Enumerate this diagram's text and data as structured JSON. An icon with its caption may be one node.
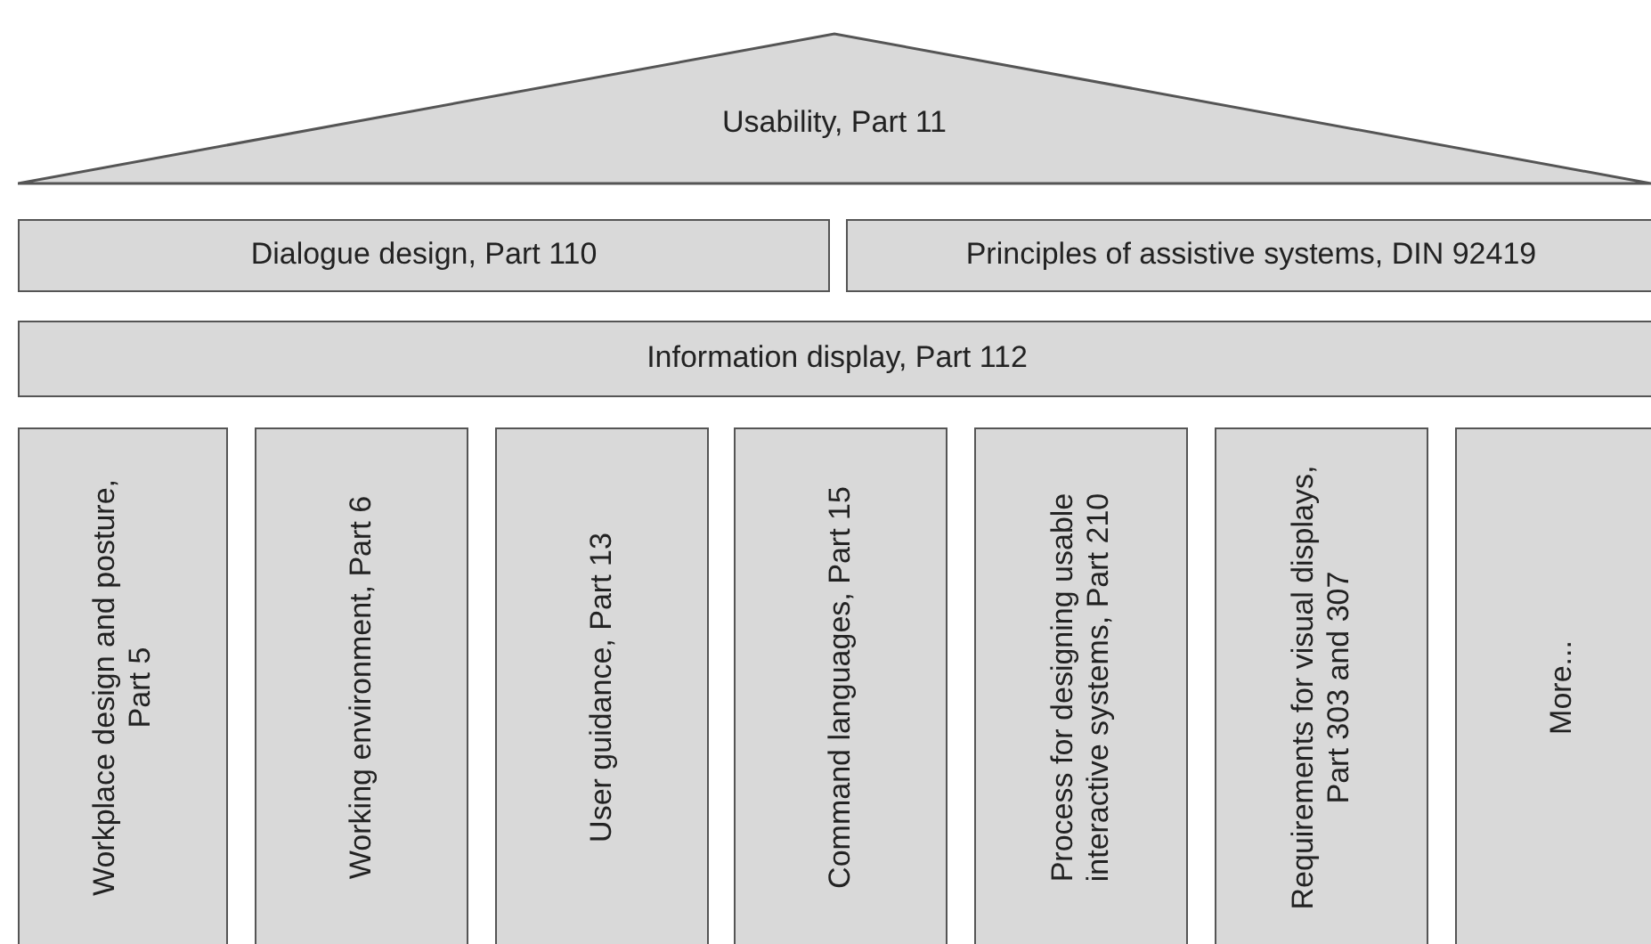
{
  "diagram": {
    "nodes": [
      {
        "text": [
          "Usability, Part 11"
        ]
      },
      {
        "text": [
          "Dialogue design, Part 110"
        ]
      },
      {
        "text": [
          "Principles of assistive systems, DIN 92419"
        ]
      },
      {
        "text": [
          "Information display, Part 112"
        ]
      },
      {
        "text": [
          "Workplace design and posture, Part 5"
        ]
      },
      {
        "text": [
          "Working environment, Part 6"
        ]
      },
      {
        "text": [
          "User guidance, Part 13"
        ]
      },
      {
        "text": [
          "Command languages, Part 15"
        ]
      },
      {
        "text": [
          "Process for designing usable interactive systems, Part 210"
        ]
      },
      {
        "text": [
          "Requirements for visual displays, Part 303 and 307"
        ]
      },
      {
        "text": [
          "More..."
        ]
      }
    ]
  }
}
